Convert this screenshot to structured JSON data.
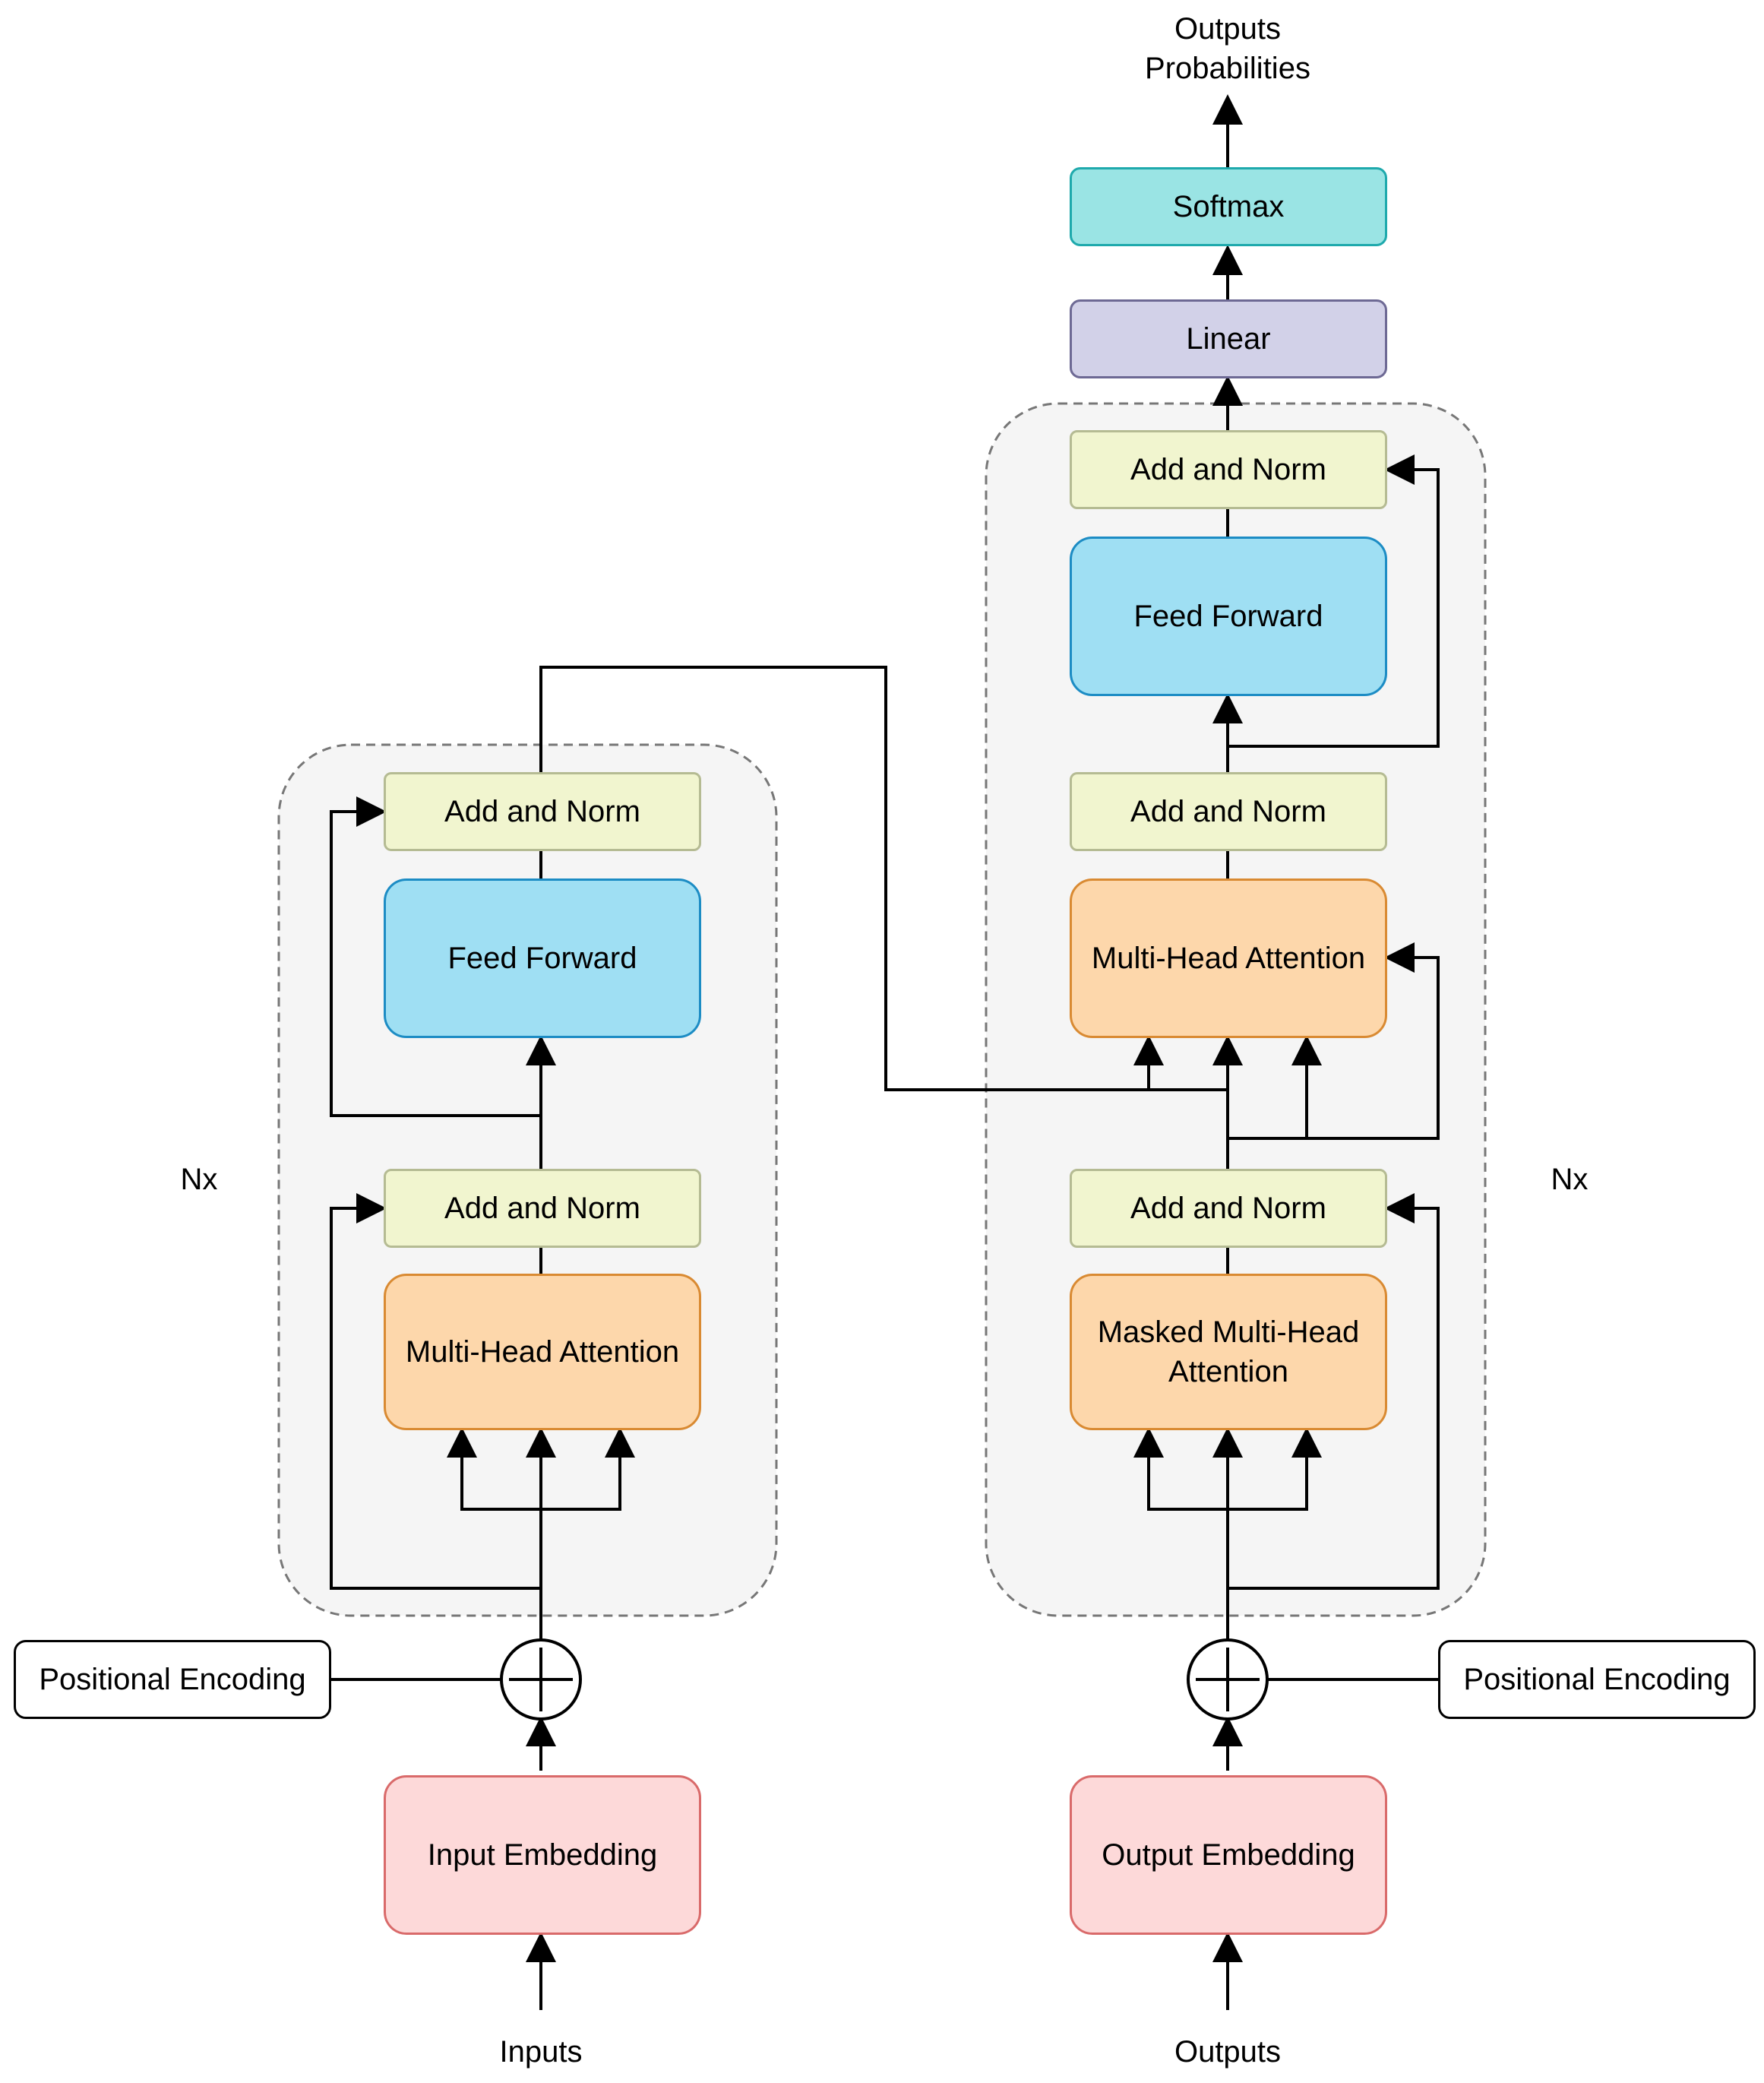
{
  "encoder": {
    "repeat_label": "Nx",
    "add_norm_top": "Add and Norm",
    "feed_forward": "Feed Forward",
    "add_norm_bottom": "Add and Norm",
    "attention": "Multi-Head Attention",
    "positional_encoding": "Positional Encoding",
    "embedding": "Input Embedding",
    "input_label": "Inputs"
  },
  "decoder": {
    "repeat_label": "Nx",
    "add_norm_top": "Add and Norm",
    "feed_forward": "Feed Forward",
    "add_norm_middle": "Add and Norm",
    "cross_attention": "Multi-Head Attention",
    "add_norm_bottom": "Add and Norm",
    "masked_attention_line1": "Masked Multi-Head",
    "masked_attention_line2": "Attention",
    "positional_encoding": "Positional Encoding",
    "embedding": "Output Embedding",
    "input_label": "Outputs"
  },
  "head": {
    "linear": "Linear",
    "softmax": "Softmax",
    "output_line1": "Outputs",
    "output_line2": "Probabilities"
  },
  "colors": {
    "add_norm": "#f1f5cf",
    "feed_forward": "#9fdff3",
    "attention": "#fdd7ab",
    "embedding": "#fdd9d9",
    "linear": "#d2d1e8",
    "softmax": "#9ae4e4",
    "block_background": "#f5f5f5"
  }
}
